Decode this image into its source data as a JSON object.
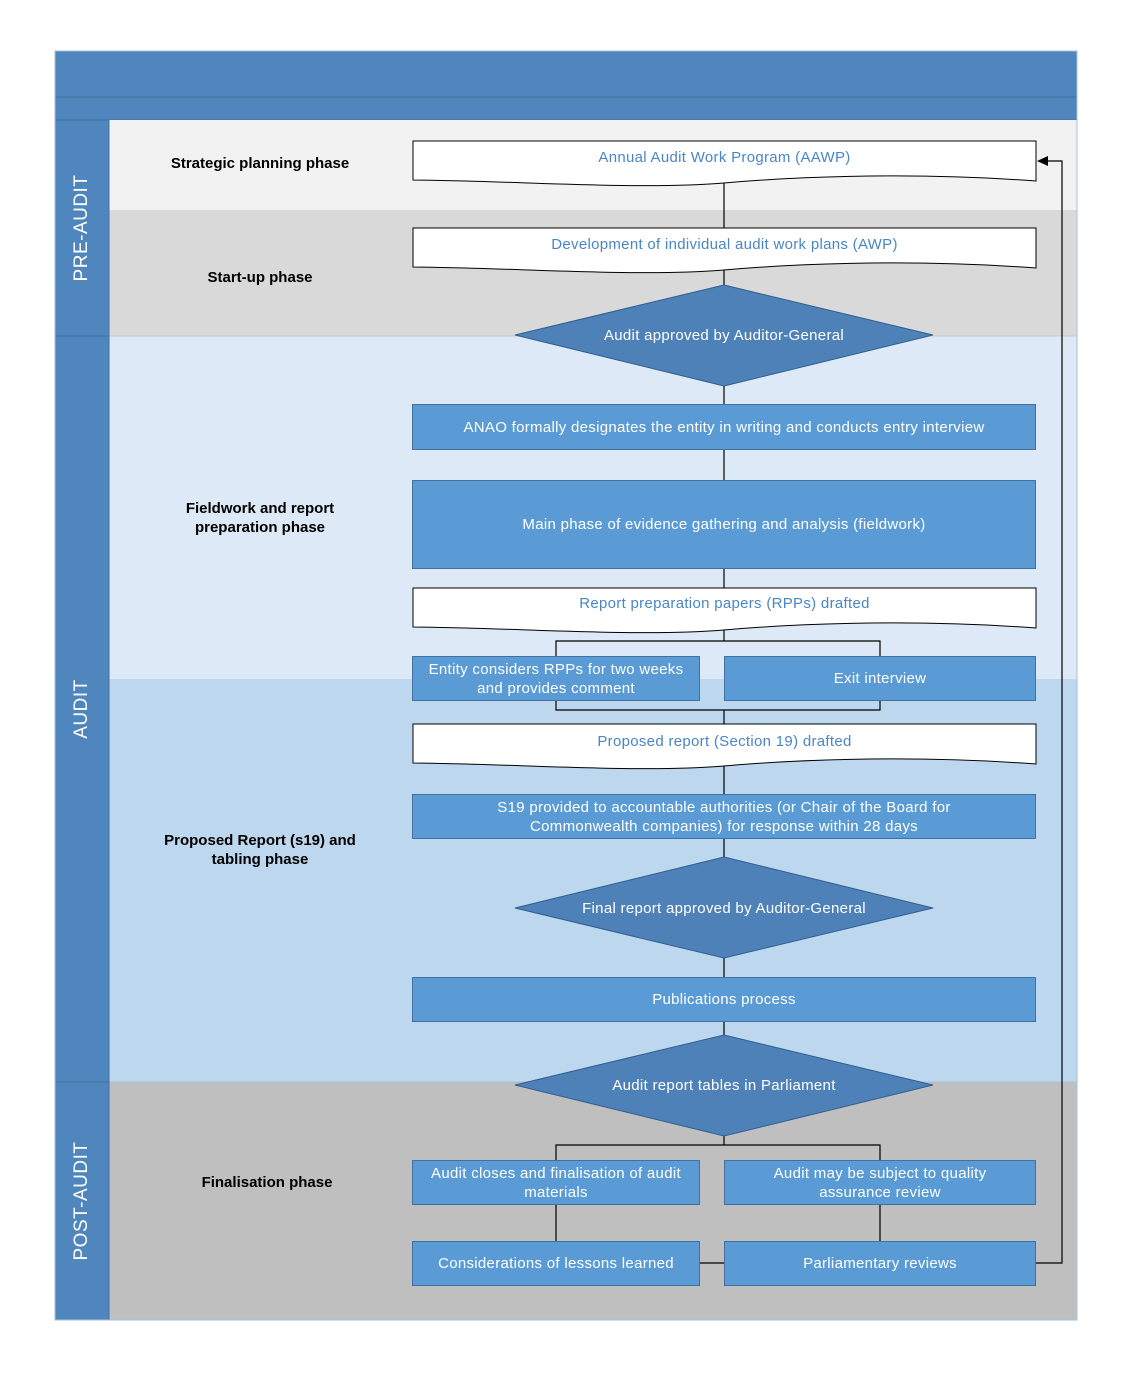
{
  "colors": {
    "header": "#4f86be",
    "lane_side": "#4f86be",
    "strategic_bg": "#f2f2f2",
    "startup_bg": "#d9d9d9",
    "fieldwork_bg": "#dde9f6",
    "proposed_bg": "#bdd7ee",
    "final_bg": "#bfbfbf",
    "box_fill": "#5b9bd5",
    "diamond_fill": "#4f81b9",
    "doc_text": "#4a86c5",
    "connector": "#000000"
  },
  "lanes": {
    "pre_audit": "PRE-AUDIT",
    "audit": "AUDIT",
    "post_audit": "POST-AUDIT"
  },
  "phases": {
    "strategic": "Strategic planning phase",
    "startup": "Start-up phase",
    "fieldwork": [
      "Fieldwork and report",
      "preparation phase"
    ],
    "proposed": [
      "Proposed Report (s19) and",
      "tabling phase"
    ],
    "finalisation": "Finalisation phase"
  },
  "nodes": {
    "aawp": "Annual Audit Work Program (AAWP)",
    "awp": "Development of individual audit work plans (AWP)",
    "approved": "Audit approved by Auditor-General",
    "designates": "ANAO formally designates the entity in writing and conducts entry interview",
    "fieldwork": "Main phase of evidence gathering and analysis (fieldwork)",
    "rpps": "Report preparation papers (RPPs) drafted",
    "entity_considers": [
      "Entity considers RPPs for two weeks",
      "and provides comment"
    ],
    "exit": "Exit interview",
    "proposed": "Proposed report (Section 19) drafted",
    "s19": [
      "S19 provided to accountable authorities (or Chair of the Board for",
      "Commonwealth companies) for response within 28 days"
    ],
    "final_approved": "Final report approved by Auditor-General",
    "publications": "Publications process",
    "tables": "Audit report tables in Parliament",
    "closes": [
      "Audit closes and finalisation of audit",
      "materials"
    ],
    "quality": [
      "Audit may be subject to quality",
      "assurance review"
    ],
    "lessons": "Considerations of lessons learned",
    "parliamentary": "Parliamentary reviews"
  }
}
